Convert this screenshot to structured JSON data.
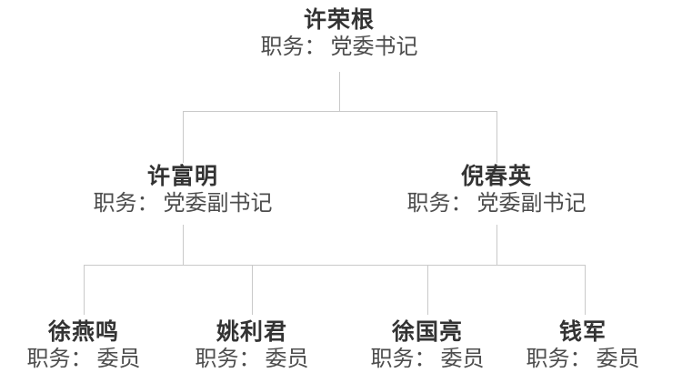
{
  "org_chart": {
    "title_label": "职务：",
    "colors": {
      "background": "#ffffff",
      "connector_line": "#c9c9c9",
      "name_text": "#333333",
      "title_text": "#4d4d4d"
    },
    "tree": {
      "name": "许荣根",
      "title": "党委书记",
      "children": [
        {
          "name": "许富明",
          "title": "党委副书记",
          "children": [
            {
              "name": "徐燕鸣",
              "title": "委员"
            },
            {
              "name": "姚利君",
              "title": "委员"
            }
          ]
        },
        {
          "name": "倪春英",
          "title": "党委副书记",
          "children": [
            {
              "name": "徐国亮",
              "title": "委员"
            },
            {
              "name": "钱军",
              "title": "委员"
            }
          ]
        }
      ]
    }
  }
}
